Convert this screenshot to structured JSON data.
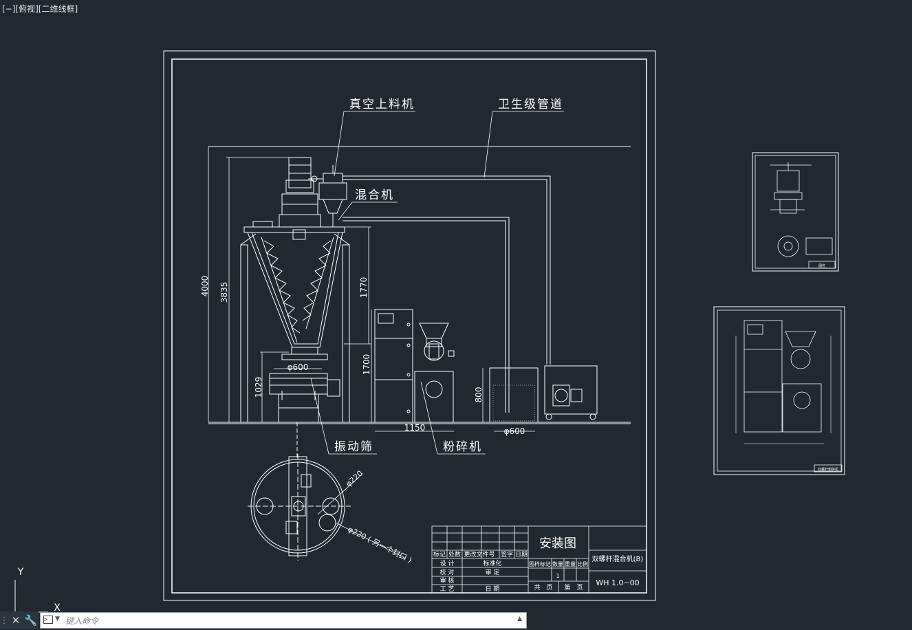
{
  "viewport": {
    "label": "[−][俯视][二维线框]"
  },
  "drawing": {
    "callouts": {
      "vacuum_loader": "真空上料机",
      "sanitary_pipe": "卫生级管道",
      "mixer": "混合机",
      "vibrating_screen": "振动筛",
      "crusher": "粉碎机"
    },
    "dimensions": {
      "total_height": "4000",
      "mixer_height": "3835",
      "cone_height": "1770",
      "sieve_height": "1029",
      "cabinet_height": "1700",
      "barrel_height": "800",
      "cabinet_width": "1150",
      "barrel_dia": "φ600",
      "sieve_dia": "φ600",
      "outlet_dia": "φ220",
      "outlet_dia_note": "φ220 ( 另一个封口 )"
    },
    "title_block": {
      "drawing_name": "安装图",
      "product_name": "双螺杆混合机(B)",
      "drawing_no": "WH 1.0−00",
      "rev_headers": [
        "标记",
        "处数",
        "更改文件号",
        "签字",
        "日期"
      ],
      "roles": [
        "设 计",
        "校 对",
        "审 核",
        "工 艺"
      ],
      "std": "标准化",
      "approve": "审 定",
      "date": "日 期",
      "stage": "图样标记",
      "qty": "数量",
      "weight": "重量",
      "scale": "比例",
      "scale_value": "1",
      "sheets_total": "共　页",
      "sheet_no": "第　页"
    },
    "thumb1": {
      "label": "图名"
    },
    "thumb2": {
      "label": "双螺杆粉碎机"
    }
  },
  "ucs": {
    "x_label": "X",
    "y_label": "Y"
  },
  "command_line": {
    "placeholder": "键入命令",
    "value": ""
  },
  "colors": {
    "background": "#212830",
    "line": "#ffffff"
  }
}
